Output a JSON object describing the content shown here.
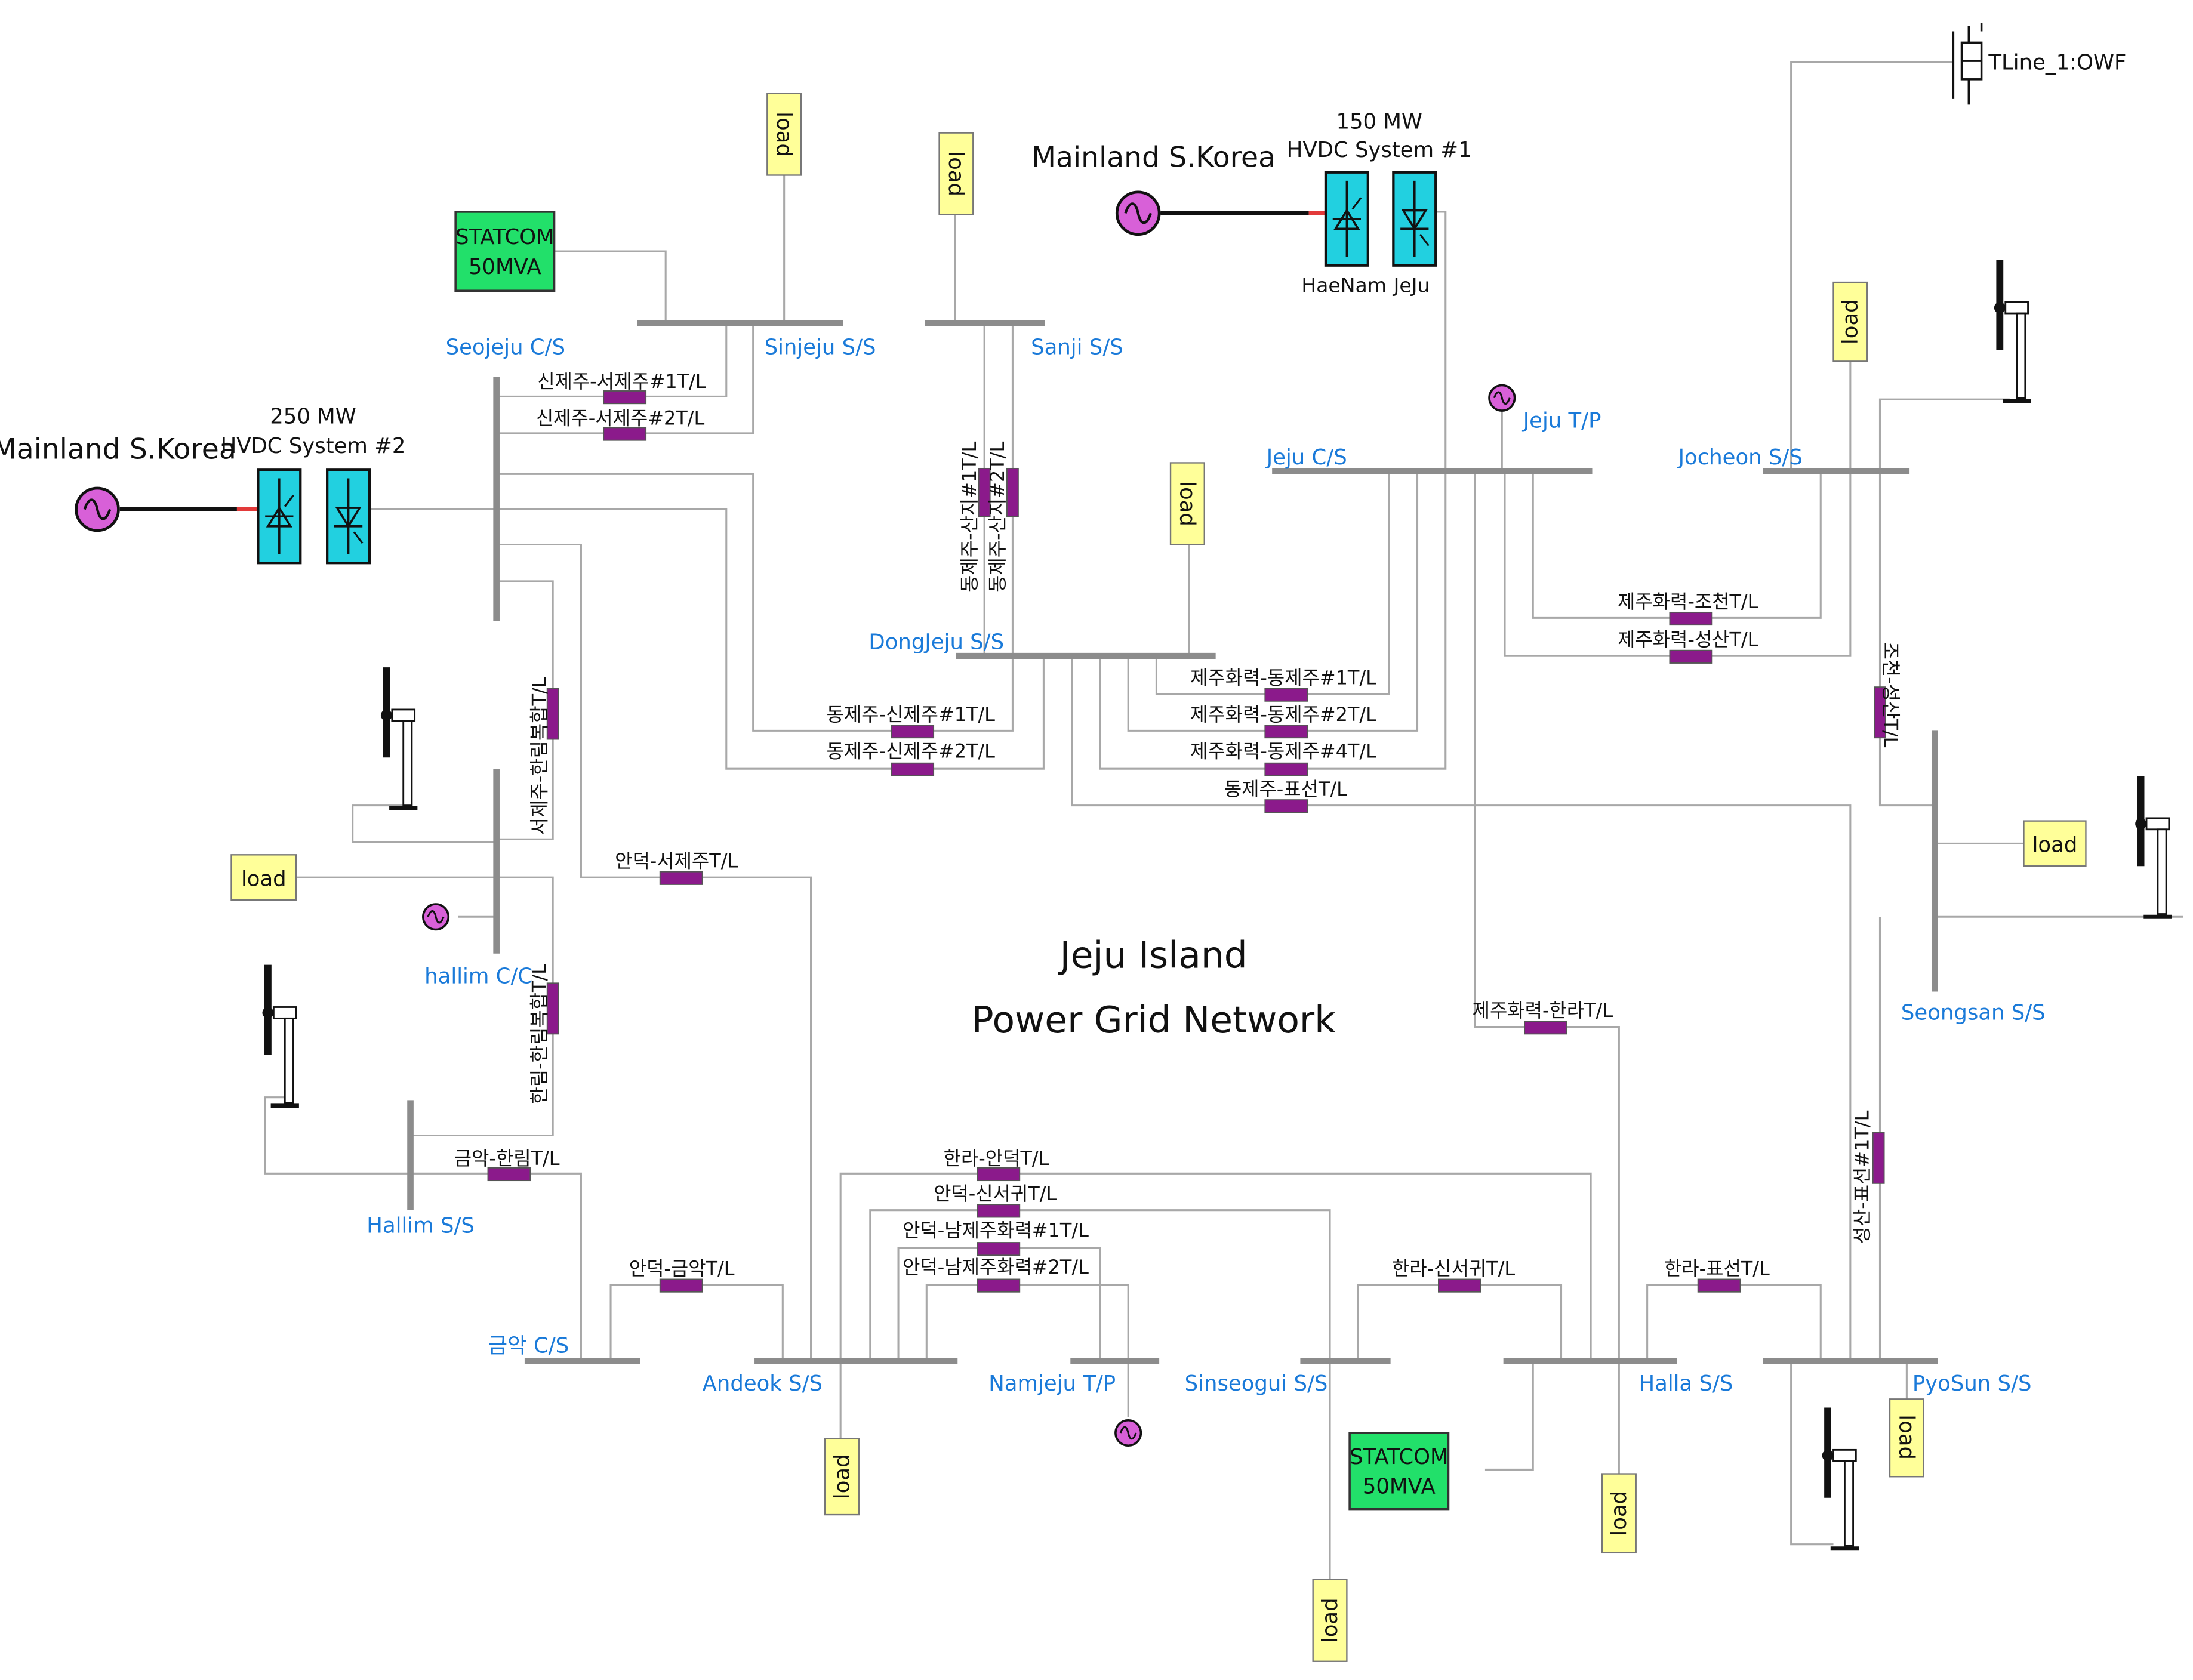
{
  "title": {
    "line1": "Jeju Island",
    "line2": "Power Grid Network"
  },
  "colors": {
    "bus": "#8c8c8c",
    "wire": "#a8a8a8",
    "bus_label": "#1a7ad9",
    "tline_box": "#8b1a8b",
    "generator_fill": "#d860d8",
    "load_fill": "#ffff99",
    "statcom_fill": "#22e06a",
    "hvdc_fill": "#22d0e0",
    "icon_line": "#111111"
  },
  "icons": {
    "generator": "ac-source-icon",
    "load": "load-box",
    "wind": "wind-turbine-icon",
    "converter": "thyristor-converter-icon",
    "transmission_line": "tline-box"
  },
  "buses": {
    "sinjeju": "Sinjeju S/S",
    "sanji": "Sanji S/S",
    "seojeju": "Seojeju C/S",
    "jeju_cs": "Jeju C/S",
    "jocheon": "Jocheon S/S",
    "dongjeju": "DongJeju S/S",
    "hallim_cc": "hallim C/C",
    "hallim_ss": "Hallim S/S",
    "seongsan": "Seongsan  S/S",
    "geumak": "금악  C/S",
    "andeok": "Andeok S/S",
    "namjeju": "Namjeju T/P",
    "sinseogui": "Sinseogui S/S",
    "halla": "Halla S/S",
    "pyosun": "PyoSun S/S",
    "jeju_tp": "Jeju T/P"
  },
  "hvdc1": {
    "mainland": "Mainland S.Korea",
    "rating": "150 MW",
    "name": "HVDC System #1",
    "left_station": "HaeNam",
    "right_station": "JeJu"
  },
  "hvdc2": {
    "mainland": "Mainland S.Korea",
    "rating": "250 MW",
    "name": "HVDC System #2"
  },
  "statcom": {
    "line1": "STATCOM",
    "line2": "50MVA"
  },
  "load_label": "load",
  "owf_label": "TLine_1:OWF",
  "tlines": {
    "sinjeju_seojeju_1": "신제주-서제주#1T/L",
    "sinjeju_seojeju_2": "신제주-서제주#2T/L",
    "dongjeju_sanji_1": "동제주-산지#1T/L",
    "dongjeju_sanji_2": "동제주-산지#2T/L",
    "jejuhwaryeok_jocheon": "제주화력-조천T/L",
    "jejuhwaryeok_seongsan": "제주화력-성산T/L",
    "jejuhwaryeok_dongjeju_1": "제주화력-동제주#1T/L",
    "jejuhwaryeok_dongjeju_2": "제주화력-동제주#2T/L",
    "jejuhwaryeok_dongjeju_4": "제주화력-동제주#4T/L",
    "dongjeju_pyoseon": "동제주-표선T/L",
    "dongjeju_sinjeju_1": "동제주-신제주#1T/L",
    "dongjeju_sinjeju_2": "동제주-신제주#2T/L",
    "seojeju_hallim": "서제주-한림복합T/L",
    "andeok_seojeju": "안덕-서제주T/L",
    "jocheon_seongsan": "조천-성산T/L",
    "hallim_hallimbokhap": "한림-한림복합T/L",
    "jejuhwaryeok_halla": "제주화력-한라T/L",
    "geumak_hallim": "금악-한림T/L",
    "halla_andeok": "한라-안덕T/L",
    "andeok_sinseogui": "안덕-신서귀T/L",
    "andeok_namjeju_1": "안덕-남제주화력#1T/L",
    "andeok_namjeju_2": "안덕-남제주화력#2T/L",
    "andeok_geumak": "안덕-금악T/L",
    "halla_sinseogui": "한라-신서귀T/L",
    "halla_pyoseon": "한라-표선T/L",
    "seongsan_pyoseon_1": "성산-표선#1T/L"
  }
}
